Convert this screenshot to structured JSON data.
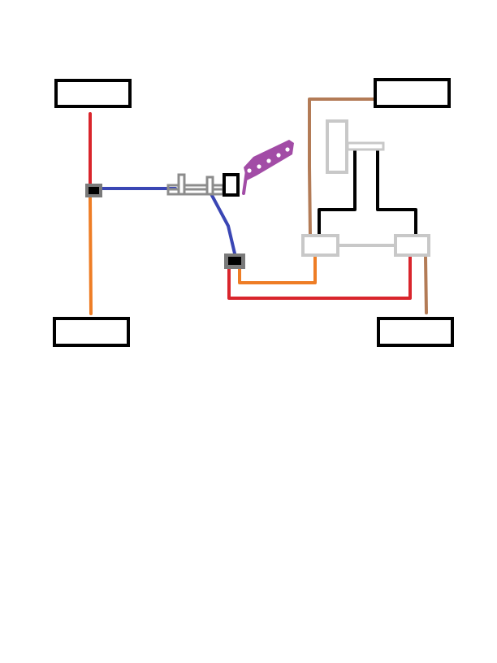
{
  "diagram": {
    "background": "#ffffff",
    "colors": {
      "outline": "#000000",
      "red_line": "#d9252c",
      "orange_line": "#ee7d25",
      "blue_line": "#3a46b4",
      "brown_line": "#b37b56",
      "purple_pedal": "#a24ca6",
      "light_gray_box": "#c8c8c8",
      "gray_block": "#7a7a7a",
      "mid_gray_rod": "#8c8c8c",
      "connector_fill": "#000000"
    },
    "components": [
      {
        "id": "front-left-wheel",
        "icon": "wheel-rectangle"
      },
      {
        "id": "front-right-wheel",
        "icon": "wheel-rectangle"
      },
      {
        "id": "rear-left-wheel",
        "icon": "wheel-rectangle"
      },
      {
        "id": "rear-right-wheel",
        "icon": "wheel-rectangle"
      },
      {
        "id": "left-junction-block",
        "icon": "junction-block"
      },
      {
        "id": "center-junction-block",
        "icon": "junction-block"
      },
      {
        "id": "master-cylinder",
        "icon": "cylinder-rod"
      },
      {
        "id": "brake-pedal",
        "icon": "pedal"
      },
      {
        "id": "left-valve-box",
        "icon": "valve-box"
      },
      {
        "id": "right-valve-box",
        "icon": "valve-box"
      },
      {
        "id": "reservoir",
        "icon": "reservoir"
      }
    ]
  }
}
